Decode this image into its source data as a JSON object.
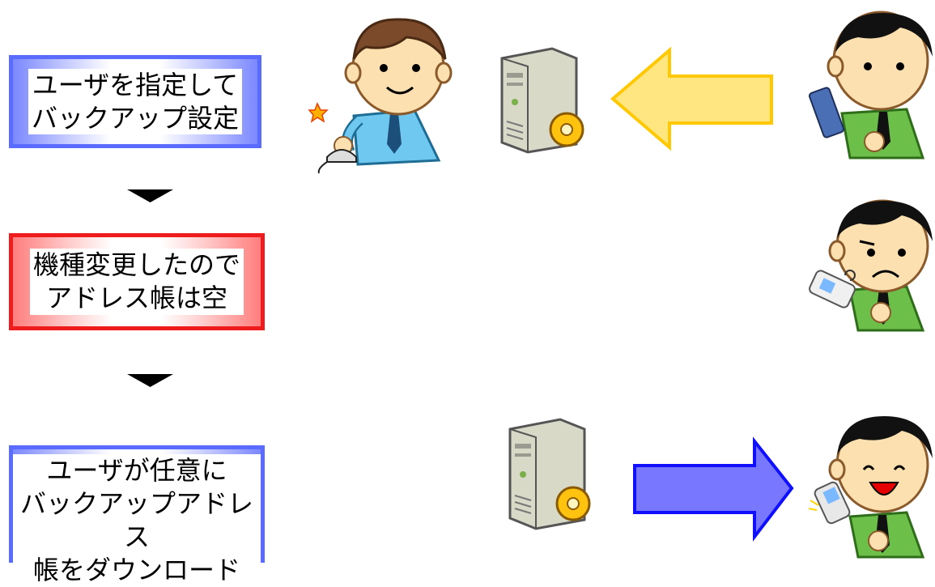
{
  "steps": [
    {
      "line1": "ユーザを指定して",
      "line2": "バックアップ設定"
    },
    {
      "line1": "機種変更したので",
      "line2": "アドレス帳は空"
    },
    {
      "line1": "ユーザが任意に",
      "line2": "バックアップアドレス",
      "line3": "帳をダウンロード"
    }
  ],
  "colors": {
    "blue_border": "#5a6bff",
    "red_border": "#ee1c1c",
    "upload_arrow": "#ffe680",
    "download_arrow": "#7777ff",
    "skin": "#fde0b0",
    "admin_shirt": "#6ec8f0",
    "user_shirt": "#6cc04a"
  },
  "icons": [
    "admin-person-icon",
    "server-icon",
    "phone-user-icon",
    "gear-icon",
    "mobile-phone-icon"
  ]
}
